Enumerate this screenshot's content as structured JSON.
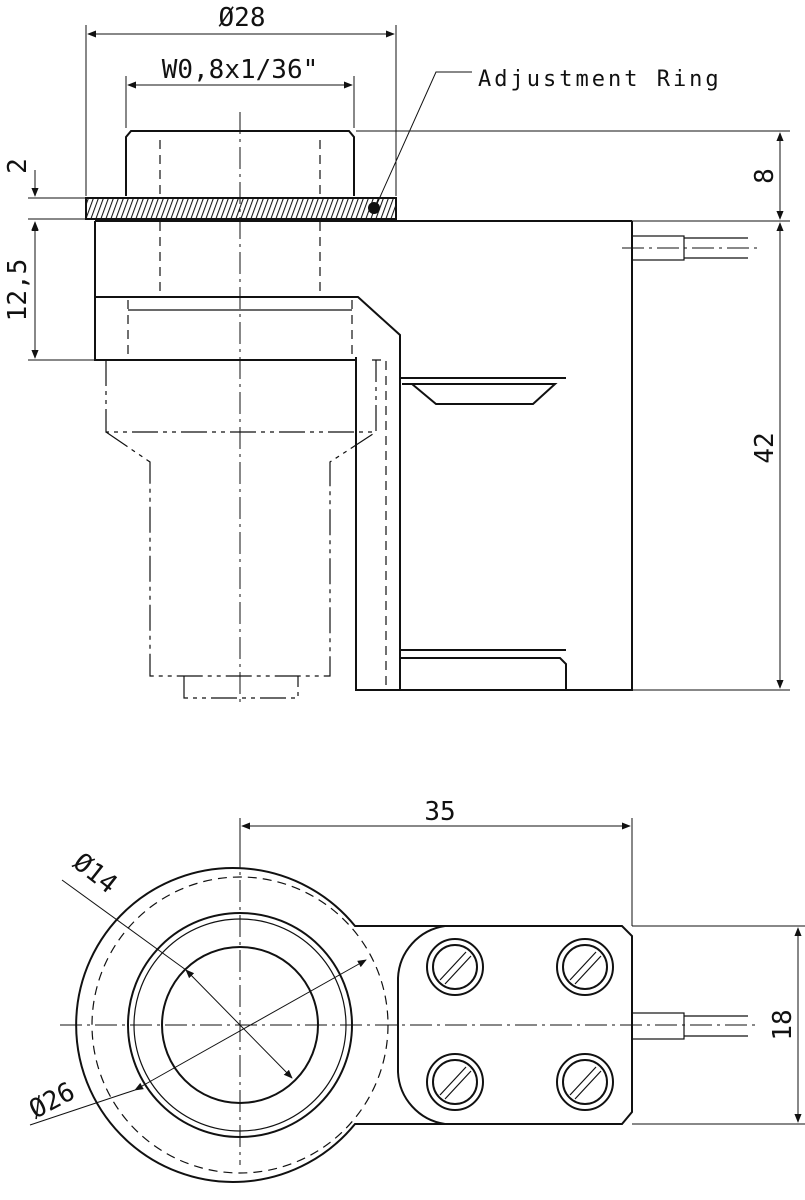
{
  "labels": {
    "d28": "Ø28",
    "thread": "W0,8x1/36\"",
    "adjustment_ring": "Adjustment Ring",
    "dim_2": "2",
    "dim_12_5": "12,5",
    "dim_8": "8",
    "dim_42": "42",
    "dim_35": "35",
    "d14": "Ø14",
    "d26": "Ø26",
    "dim_18": "18"
  },
  "colors": {
    "ink": "#111111",
    "paper": "#ffffff"
  }
}
